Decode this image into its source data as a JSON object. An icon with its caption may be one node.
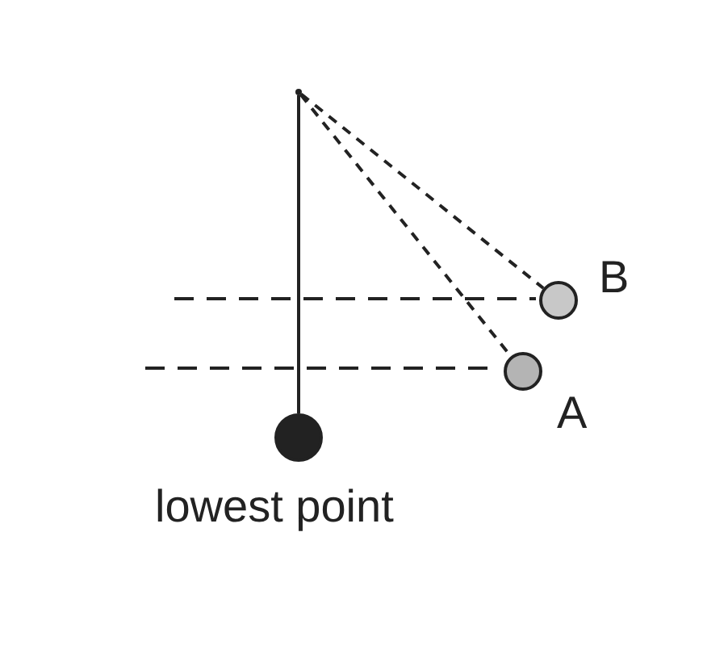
{
  "diagram": {
    "nodes": [
      {
        "text": [],
        "shape": "point"
      },
      {
        "text": [],
        "shape": "circle",
        "beside": [
          "lowest point"
        ]
      },
      {
        "text": [],
        "shape": "circle",
        "beside": [
          "B"
        ]
      },
      {
        "text": [],
        "shape": "circle",
        "beside": [
          "A"
        ]
      }
    ],
    "edges": [
      {
        "from": 0,
        "to": 1,
        "arrow": "none"
      },
      {
        "from": 0,
        "to": 2,
        "arrow": "none",
        "style": "dashed"
      },
      {
        "from": 0,
        "to": 3,
        "arrow": "none",
        "style": "dashed"
      }
    ]
  }
}
